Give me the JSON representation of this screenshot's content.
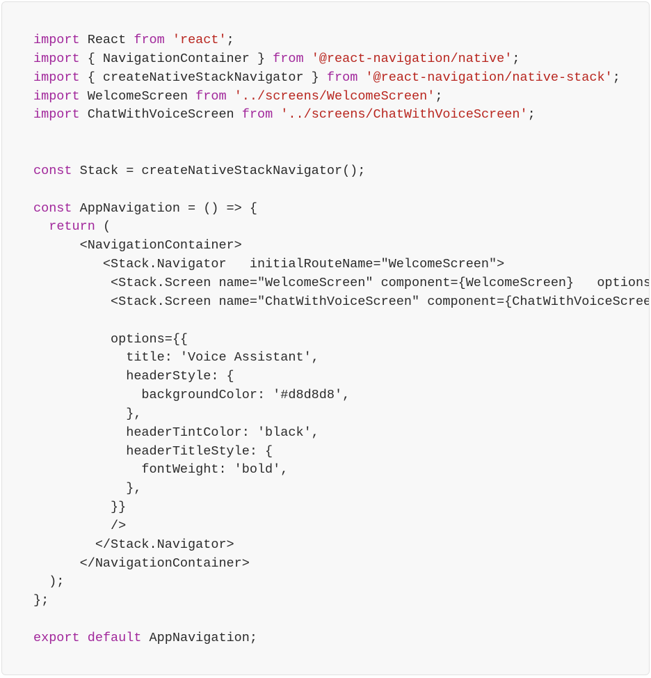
{
  "colors": {
    "keyword": "#a1279b",
    "string": "#b8261f",
    "plain": "#2b2b2b",
    "background": "#f8f8f8"
  },
  "code_lines": [
    [
      [
        "kw",
        "import"
      ],
      [
        "p",
        " React "
      ],
      [
        "kw",
        "from"
      ],
      [
        "p",
        " "
      ],
      [
        "str",
        "'react'"
      ],
      [
        "p",
        ";"
      ]
    ],
    [
      [
        "kw",
        "import"
      ],
      [
        "p",
        " { NavigationContainer } "
      ],
      [
        "kw",
        "from"
      ],
      [
        "p",
        " "
      ],
      [
        "str",
        "'@react-navigation/native'"
      ],
      [
        "p",
        ";"
      ]
    ],
    [
      [
        "kw",
        "import"
      ],
      [
        "p",
        " { createNativeStackNavigator } "
      ],
      [
        "kw",
        "from"
      ],
      [
        "p",
        " "
      ],
      [
        "str",
        "'@react-navigation/native-stack'"
      ],
      [
        "p",
        ";"
      ]
    ],
    [
      [
        "kw",
        "import"
      ],
      [
        "p",
        " WelcomeScreen "
      ],
      [
        "kw",
        "from"
      ],
      [
        "p",
        " "
      ],
      [
        "str",
        "'../screens/WelcomeScreen'"
      ],
      [
        "p",
        ";"
      ]
    ],
    [
      [
        "kw",
        "import"
      ],
      [
        "p",
        " ChatWithVoiceScreen "
      ],
      [
        "kw",
        "from"
      ],
      [
        "p",
        " "
      ],
      [
        "str",
        "'../screens/ChatWithVoiceScreen'"
      ],
      [
        "p",
        ";"
      ]
    ],
    [],
    [],
    [
      [
        "kw",
        "const"
      ],
      [
        "p",
        " Stack = createNativeStackNavigator();"
      ]
    ],
    [],
    [
      [
        "kw",
        "const"
      ],
      [
        "p",
        " AppNavigation = () => {"
      ]
    ],
    [
      [
        "p",
        "  "
      ],
      [
        "kw",
        "return"
      ],
      [
        "p",
        " ("
      ]
    ],
    [
      [
        "p",
        "      <NavigationContainer>"
      ]
    ],
    [
      [
        "p",
        "         <Stack.Navigator   initialRouteName=\"WelcomeScreen\">"
      ]
    ],
    [
      [
        "p",
        "          <Stack.Screen name=\"WelcomeScreen\" component={WelcomeScreen}   options"
      ]
    ],
    [
      [
        "p",
        "          <Stack.Screen name=\"ChatWithVoiceScreen\" component={ChatWithVoiceScree"
      ]
    ],
    [],
    [
      [
        "p",
        "          options={{"
      ]
    ],
    [
      [
        "p",
        "            title: 'Voice Assistant',"
      ]
    ],
    [
      [
        "p",
        "            headerStyle: {"
      ]
    ],
    [
      [
        "p",
        "              backgroundColor: '#d8d8d8',"
      ]
    ],
    [
      [
        "p",
        "            },"
      ]
    ],
    [
      [
        "p",
        "            headerTintColor: 'black',"
      ]
    ],
    [
      [
        "p",
        "            headerTitleStyle: {"
      ]
    ],
    [
      [
        "p",
        "              fontWeight: 'bold',"
      ]
    ],
    [
      [
        "p",
        "            },"
      ]
    ],
    [
      [
        "p",
        "          }}"
      ]
    ],
    [
      [
        "p",
        "          />"
      ]
    ],
    [
      [
        "p",
        "        </Stack.Navigator>"
      ]
    ],
    [
      [
        "p",
        "      </NavigationContainer>"
      ]
    ],
    [
      [
        "p",
        "  );"
      ]
    ],
    [
      [
        "p",
        "};"
      ]
    ],
    [],
    [
      [
        "kw",
        "export"
      ],
      [
        "p",
        " "
      ],
      [
        "kw",
        "default"
      ],
      [
        "p",
        " AppNavigation;"
      ]
    ]
  ]
}
